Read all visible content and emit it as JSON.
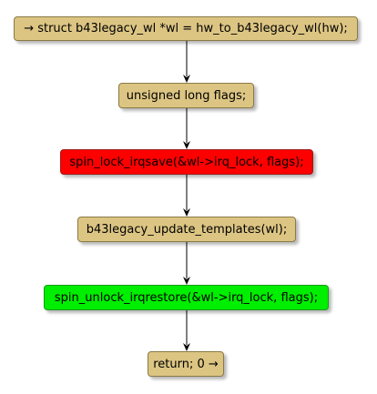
{
  "flowchart": {
    "nodes": [
      {
        "id": "n1",
        "text": "→ struct b43legacy_wl *wl = hw_to_b43legacy_wl(hw);",
        "fill": "#dcc583"
      },
      {
        "id": "n2",
        "text": "unsigned long flags;",
        "fill": "#dcc583"
      },
      {
        "id": "n3",
        "text": "spin_lock_irqsave(&wl->irq_lock, flags);",
        "fill": "#ff0000"
      },
      {
        "id": "n4",
        "text": "b43legacy_update_templates(wl);",
        "fill": "#dcc583"
      },
      {
        "id": "n5",
        "text": "spin_unlock_irqrestore(&wl->irq_lock, flags);",
        "fill": "#00ee00"
      },
      {
        "id": "n6",
        "text": "return; 0 →",
        "fill": "#dcc583"
      }
    ],
    "edges": [
      {
        "from": "n1",
        "to": "n2"
      },
      {
        "from": "n2",
        "to": "n3"
      },
      {
        "from": "n3",
        "to": "n4"
      },
      {
        "from": "n4",
        "to": "n5"
      },
      {
        "from": "n5",
        "to": "n6"
      }
    ]
  }
}
